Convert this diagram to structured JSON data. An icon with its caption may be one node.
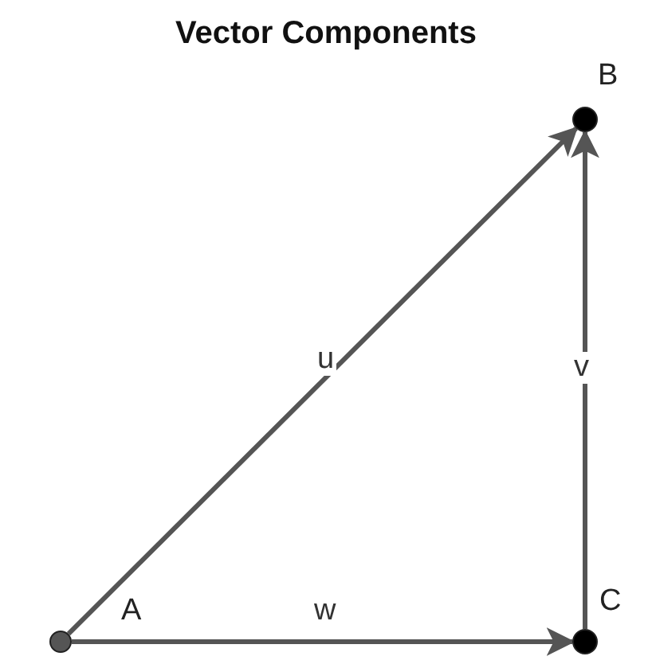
{
  "diagram": {
    "title": "Vector Components",
    "nodes": [
      {
        "text": [],
        "shape": "circle",
        "beside": [
          "A"
        ]
      },
      {
        "text": [],
        "shape": "circle",
        "beside": [
          "B"
        ]
      },
      {
        "text": [],
        "shape": "circle",
        "beside": [
          "C"
        ]
      }
    ],
    "edges": [
      {
        "from": 0,
        "to": 1,
        "arrow": "to",
        "label": "u"
      },
      {
        "from": 2,
        "to": 1,
        "arrow": "to",
        "label": "v"
      },
      {
        "from": 0,
        "to": 2,
        "arrow": "to",
        "label": "w"
      }
    ]
  }
}
